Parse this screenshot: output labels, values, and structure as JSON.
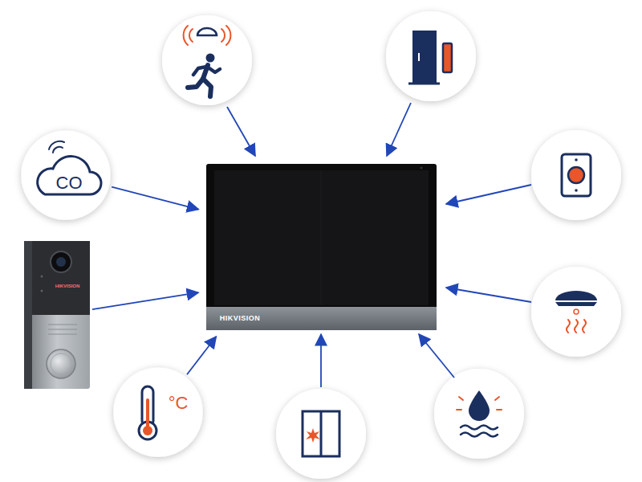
{
  "diagram": {
    "nodes": [
      {
        "text": [
          "CO"
        ]
      },
      {
        "text": [
          "HIKVISION"
        ]
      },
      {
        "text": [
          "HIKVISION"
        ]
      },
      {
        "text": [
          "°C"
        ]
      }
    ],
    "edges": [
      {
        "from": 0,
        "to": 1,
        "arrow": "to"
      },
      {
        "from": 2,
        "to": 1,
        "arrow": "to"
      },
      {
        "from": 3,
        "to": 1,
        "arrow": "to"
      }
    ]
  }
}
